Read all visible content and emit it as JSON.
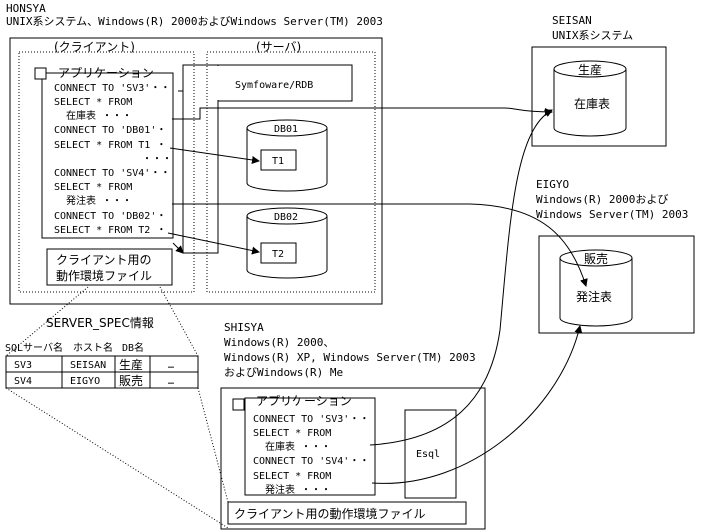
{
  "honsya": {
    "name": "HONSYA",
    "desc": "UNIX系システム、Windows(R) 2000およびWindows Server(TM) 2003",
    "client_label": "(クライアント)",
    "server_label": "(サーバ)",
    "app_title": "アプリケーション",
    "code": [
      "CONNECT TO 'SV3'・・",
      "SELECT * FROM",
      "在庫表   ・・・",
      "CONNECT TO 'DB01'・",
      "SELECT * FROM T1 ・",
      "・・・",
      "CONNECT TO 'SV4'・・",
      "SELECT * FROM",
      "発注表   ・・・",
      "CONNECT TO 'DB02'・",
      "SELECT * FROM T2 ・"
    ],
    "env_file": [
      "クライアント用の",
      "動作環境ファイル"
    ],
    "rdb": "Symfoware/RDB",
    "db01": "DB01",
    "t1": "T1",
    "db02": "DB02",
    "t2": "T2"
  },
  "seisan": {
    "name": "SEISAN",
    "desc": "UNIX系システム",
    "db": "生産",
    "table": "在庫表"
  },
  "eigyo": {
    "name": "EIGYO",
    "desc1": "Windows(R) 2000および",
    "desc2": "Windows Server(TM) 2003",
    "db": "販売",
    "table": "発注表"
  },
  "server_spec": {
    "title": "SERVER_SPEC情報",
    "headers": [
      "SQLサーバ名",
      "ホスト名",
      "DB名"
    ],
    "rows": [
      [
        "SV3",
        "SEISAN",
        "生産",
        "…"
      ],
      [
        "SV4",
        "EIGYO",
        "販売",
        "…"
      ]
    ]
  },
  "shisya": {
    "name": "SHISYA",
    "desc1": "Windows(R) 2000、",
    "desc2": "Windows(R) XP, Windows Server(TM) 2003",
    "desc3": "およびWindows(R) Me",
    "app_title": "アプリケーション",
    "code": [
      "CONNECT TO 'SV3'・・",
      "SELECT * FROM",
      "在庫表   ・・・",
      "CONNECT TO 'SV4'・・",
      "SELECT * FROM",
      "発注表   ・・・"
    ],
    "esql": "Esql",
    "env_file": "クライアント用の動作環境ファイル"
  }
}
